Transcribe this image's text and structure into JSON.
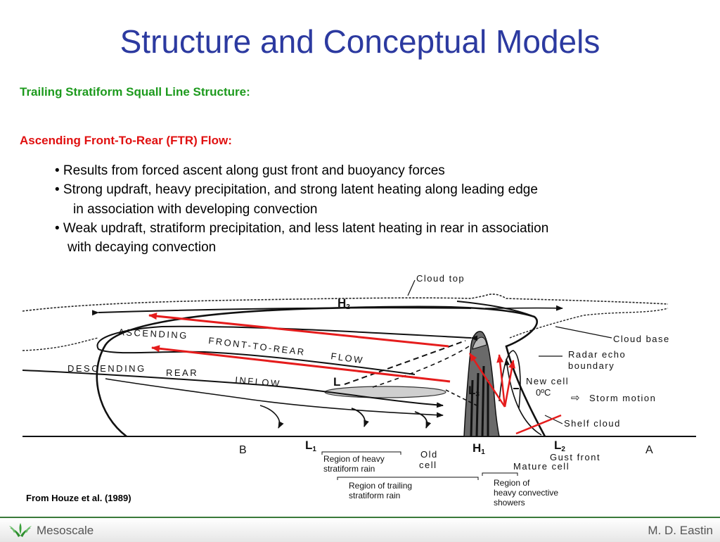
{
  "slide": {
    "title": "Structure and Conceptual Models",
    "section": "Trailing Stratiform Squall Line Structure:",
    "heading": "Ascending Front-To-Rear (FTR) Flow:",
    "bullets": [
      "• Results from forced ascent along gust front and buoyancy forces",
      "• Strong updraft, heavy precipitation, and strong latent heating along leading edge",
      "in association with developing convection",
      "• Weak updraft, stratiform precipitation, and less latent heating in rear in association",
      "with decaying convection"
    ],
    "citation": "From Houze et al. (1989)"
  },
  "diagram": {
    "labels": {
      "cloud_top": "Cloud top",
      "cloud_base": "Cloud base",
      "radar_echo_1": "Radar echo",
      "radar_echo_2": "boundary",
      "new_cell": "New cell",
      "zero_c": "0ºC",
      "storm_motion": "Storm motion",
      "shelf_cloud": "Shelf cloud",
      "gust_front": "Gust front",
      "mature_cell": "Mature cell",
      "old_cell_1": "Old",
      "old_cell_2": "cell",
      "heavy_strat_1": "Region of heavy",
      "heavy_strat_2": "stratiform rain",
      "trailing_1": "Region of trailing",
      "trailing_2": "stratiform rain",
      "conv_1": "Region of",
      "conv_2": "heavy convective",
      "conv_3": "showers",
      "ascending": "ASCENDING",
      "ftr": "FRONT-TO-REAR",
      "flow": "FLOW",
      "descending": "DESCENDING",
      "rear": "REAR",
      "inflow": "INFLOW",
      "B": "B",
      "A": "A",
      "H2": "H",
      "H2_sub": "2",
      "H1": "H",
      "H1_sub": "1",
      "L1": "L",
      "L1_sub": "1",
      "L2": "L",
      "L2_sub": "2",
      "L3": "L",
      "L3_sub": "3",
      "L4": "L"
    },
    "arrow_color": "#e51c1c"
  },
  "footer": {
    "left": "Mesoscale",
    "right": "M. D. Eastin"
  }
}
